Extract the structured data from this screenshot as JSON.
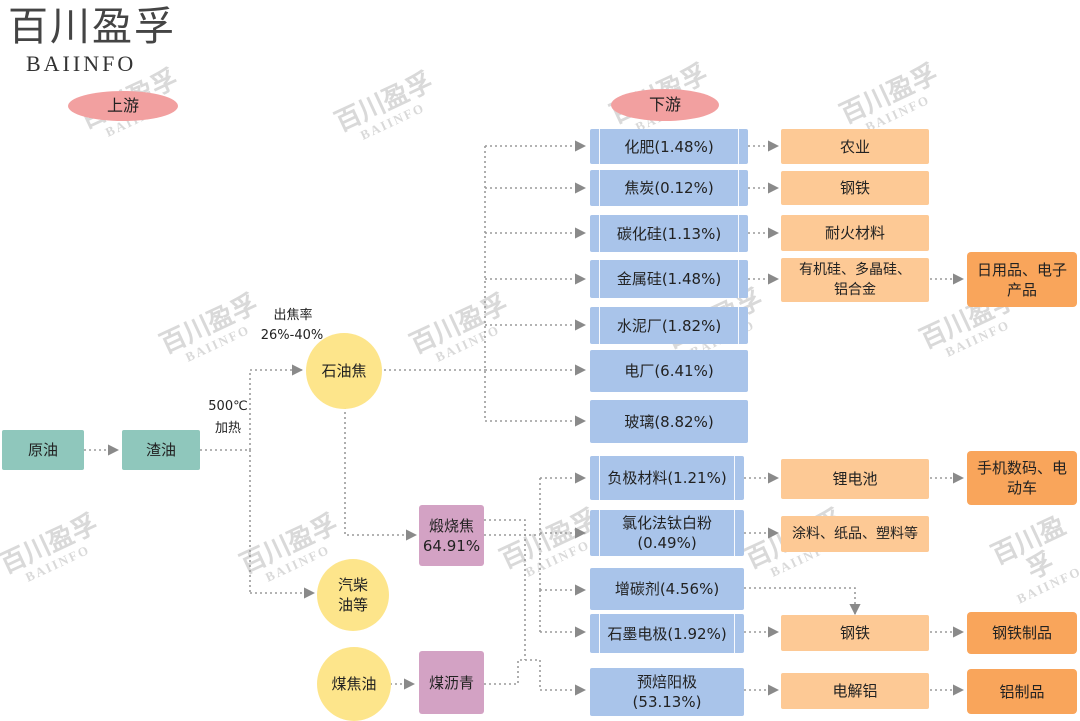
{
  "logo": {
    "chinese": "百川盈孚",
    "english": "BAIINFO"
  },
  "watermark": {
    "chinese": "百川盈孚",
    "english": "BAIINFO"
  },
  "sections": {
    "upstream": "上游",
    "downstream": "下游"
  },
  "labels": {
    "coking_rate": "出焦率",
    "coking_rate_range": "26%-40%",
    "temperature": "500℃",
    "heating": "加热"
  },
  "nodes": {
    "crude_oil": "原油",
    "residue_oil": "渣油",
    "petroleum_coke": "石油焦",
    "diesel": "汽柴\n油等",
    "coal_tar": "煤焦油",
    "calcined_coke": "煅烧焦\n64.91%",
    "coal_pitch": "煤沥青"
  },
  "coke_uses": [
    {
      "name": "化肥(1.48%)",
      "next": "农业"
    },
    {
      "name": "焦炭(0.12%)",
      "next": "钢铁"
    },
    {
      "name": "碳化硅(1.13%)",
      "next": "耐火材料"
    },
    {
      "name": "金属硅(1.48%)",
      "next": "有机硅、多晶硅、\n铝合金",
      "final": "日用品、电子\n产品"
    },
    {
      "name": "水泥厂(1.82%)"
    },
    {
      "name": "电厂(6.41%)"
    },
    {
      "name": "玻璃(8.82%)"
    }
  ],
  "calcined_uses": [
    {
      "name": "负极材料(1.21%)",
      "next": "锂电池",
      "final": "手机数码、电\n动车"
    },
    {
      "name": "氯化法钛白粉\n(0.49%)",
      "next": "涂料、纸品、塑料等"
    },
    {
      "name": "增碳剂(4.56%)"
    },
    {
      "name": "石墨电极(1.92%)",
      "next": "钢铁",
      "final": "钢铁制品"
    },
    {
      "name": "预焙阳极\n(53.13%)",
      "next": "电解铝",
      "final": "铝制品"
    }
  ],
  "colors": {
    "teal": "#8fc7bc",
    "blue": "#a9c4ea",
    "peach": "#fdc995",
    "orange": "#f9a55b",
    "purple": "#d3a2c4",
    "yellow": "#fde58b",
    "pink": "#f2a0a0",
    "line": "#9a9a9a"
  }
}
